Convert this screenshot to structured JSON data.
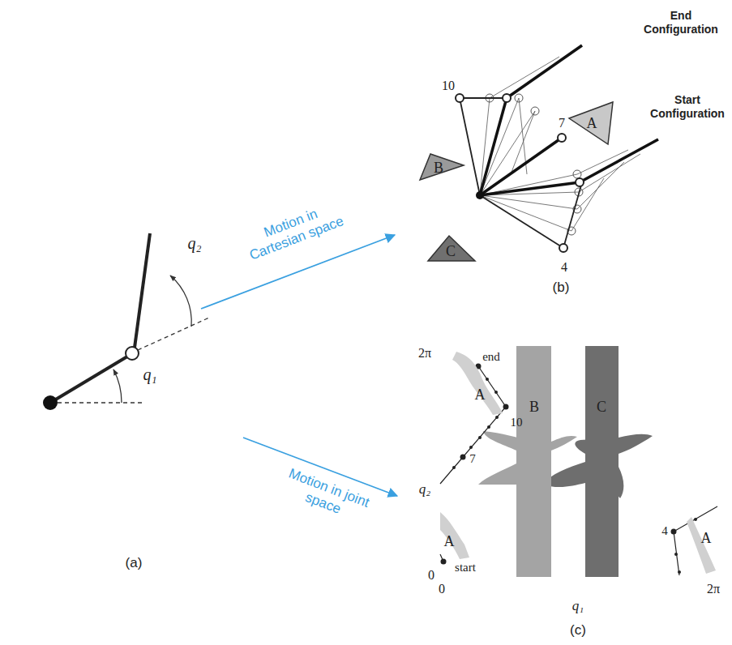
{
  "diagram": {
    "nodes": [
      {
        "text": [
          "A"
        ]
      },
      {
        "text": [
          "B"
        ]
      },
      {
        "text": [
          "C"
        ]
      },
      {
        "text": [
          "A"
        ]
      },
      {
        "text": [
          "B"
        ]
      },
      {
        "text": [
          "C"
        ]
      },
      {
        "text": [
          "A"
        ]
      },
      {
        "text": [
          "A"
        ]
      }
    ],
    "labels": [
      "End Configuration",
      "Start Configuration",
      "10",
      "7",
      "4",
      "(b)",
      "Motion in Cartesian space",
      "Motion in joint space",
      "q₂",
      "q₁",
      "(a)",
      "2π",
      "end",
      "10",
      "7",
      "q₂",
      "start",
      "0",
      "0",
      "q₁",
      "2π",
      "4",
      "(c)"
    ]
  }
}
